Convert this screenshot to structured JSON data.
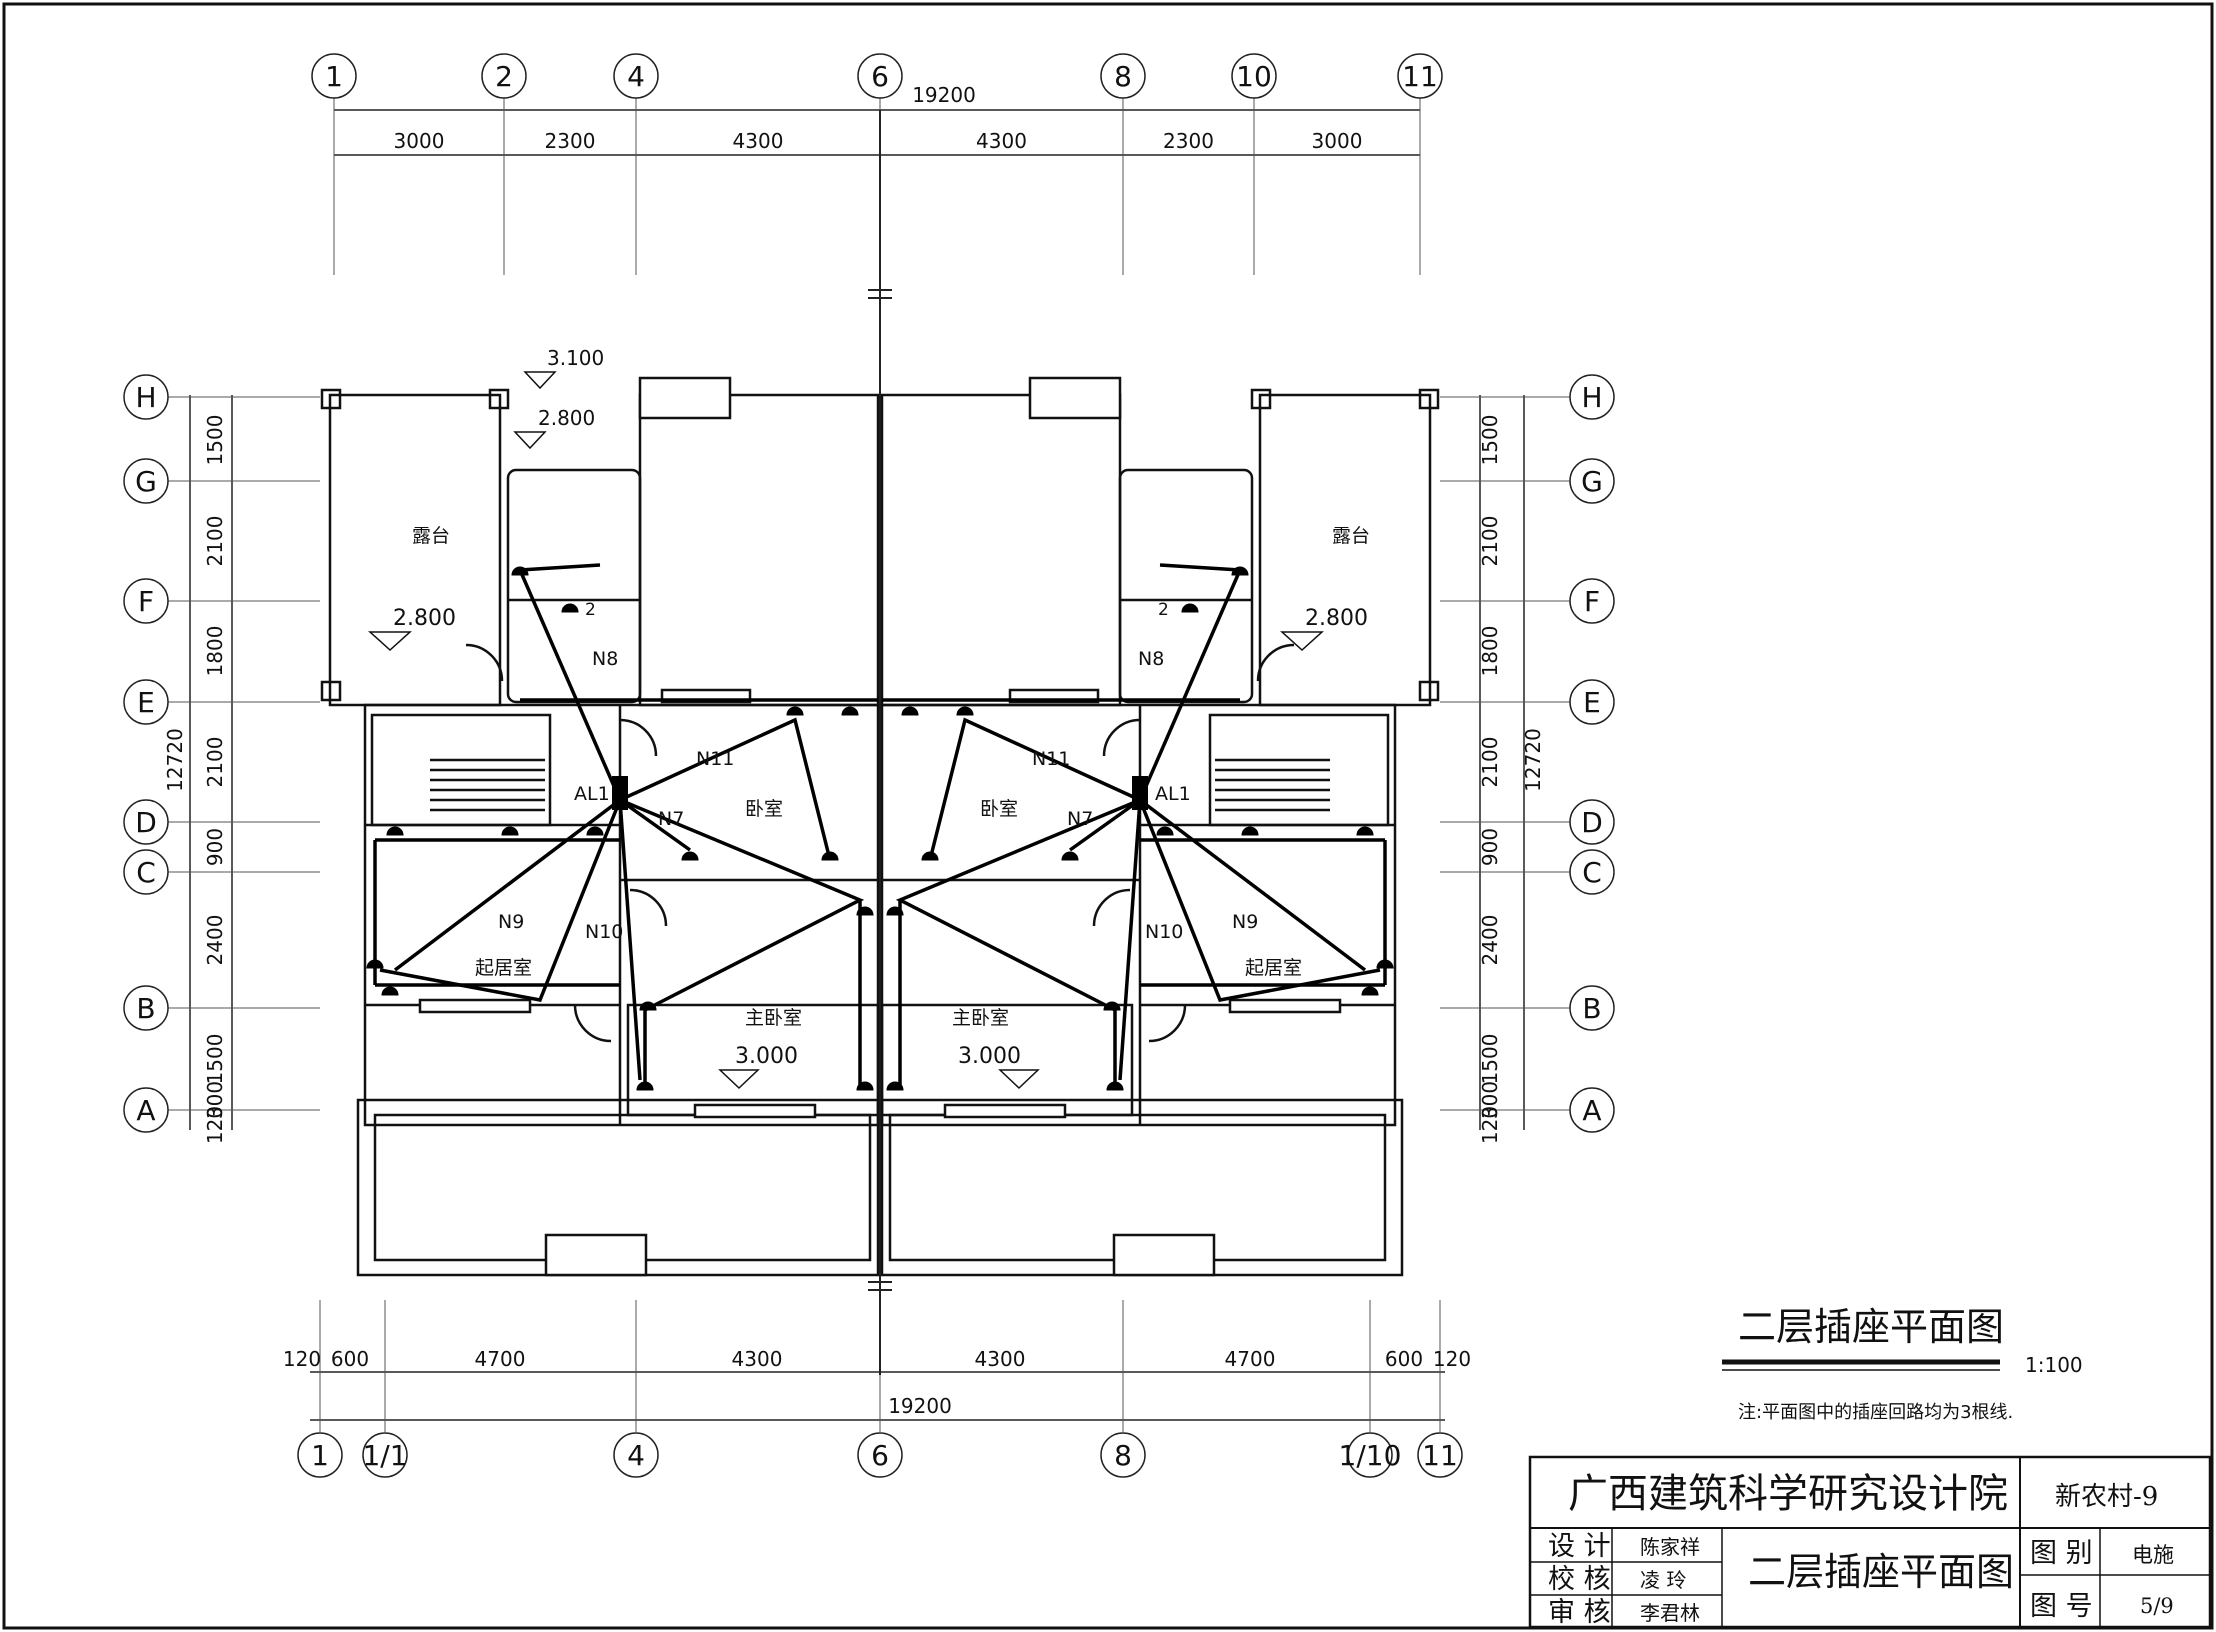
{
  "axes_top": [
    "1",
    "2",
    "4",
    "6",
    "8",
    "10",
    "11"
  ],
  "axes_bottom": [
    "1",
    "1/1",
    "4",
    "6",
    "8",
    "1/10",
    "11"
  ],
  "axes_left": [
    "H",
    "G",
    "F",
    "E",
    "D",
    "C",
    "B",
    "A"
  ],
  "axes_right": [
    "H",
    "G",
    "F",
    "E",
    "D",
    "C",
    "B",
    "A"
  ],
  "dims_top": [
    "3000",
    "2300",
    "4300",
    "4300",
    "2300",
    "3000"
  ],
  "dims_top_total": "19200",
  "dims_bottom": [
    "120",
    "600",
    "4700",
    "4300",
    "4300",
    "4700",
    "600",
    "120"
  ],
  "dims_bottom_total": "19200",
  "dims_left": [
    "1500",
    "2100",
    "1800",
    "2100",
    "900",
    "2400",
    "1500",
    "300",
    "120"
  ],
  "dims_left_total": "12720",
  "dims_right": [
    "1500",
    "2100",
    "1800",
    "2100",
    "900",
    "2400",
    "1500",
    "300",
    "120"
  ],
  "dims_right_total": "12720",
  "elevations": {
    "roof_high": "3.100",
    "roof_low": "2.800",
    "terrace": "2.800",
    "master": "3.000"
  },
  "rooms": {
    "terrace": "露台",
    "bedroom": "卧室",
    "living": "起居室",
    "master_bedroom": "主卧室"
  },
  "circuits": {
    "n7": "N7",
    "n8": "N8",
    "n9": "N9",
    "n10": "N10",
    "n11": "N11",
    "panel": "AL1",
    "wire_count": "2"
  },
  "drawing_title": "二层插座平面图",
  "scale": "1:100",
  "note": "注:平面图中的插座回路均为3根线.",
  "title_block": {
    "institute": "广西建筑科学研究设计院",
    "project": "新农村-9",
    "drawing_name": "二层插座平面图",
    "design_label": "设 计",
    "design_name": "陈家祥",
    "check_label": "校 核",
    "check_name": "凌 玲",
    "review_label": "审 核",
    "review_name": "李君林",
    "category_label": "图 别",
    "category_value": "电施",
    "number_label": "图 号",
    "number_value": "5/9"
  }
}
